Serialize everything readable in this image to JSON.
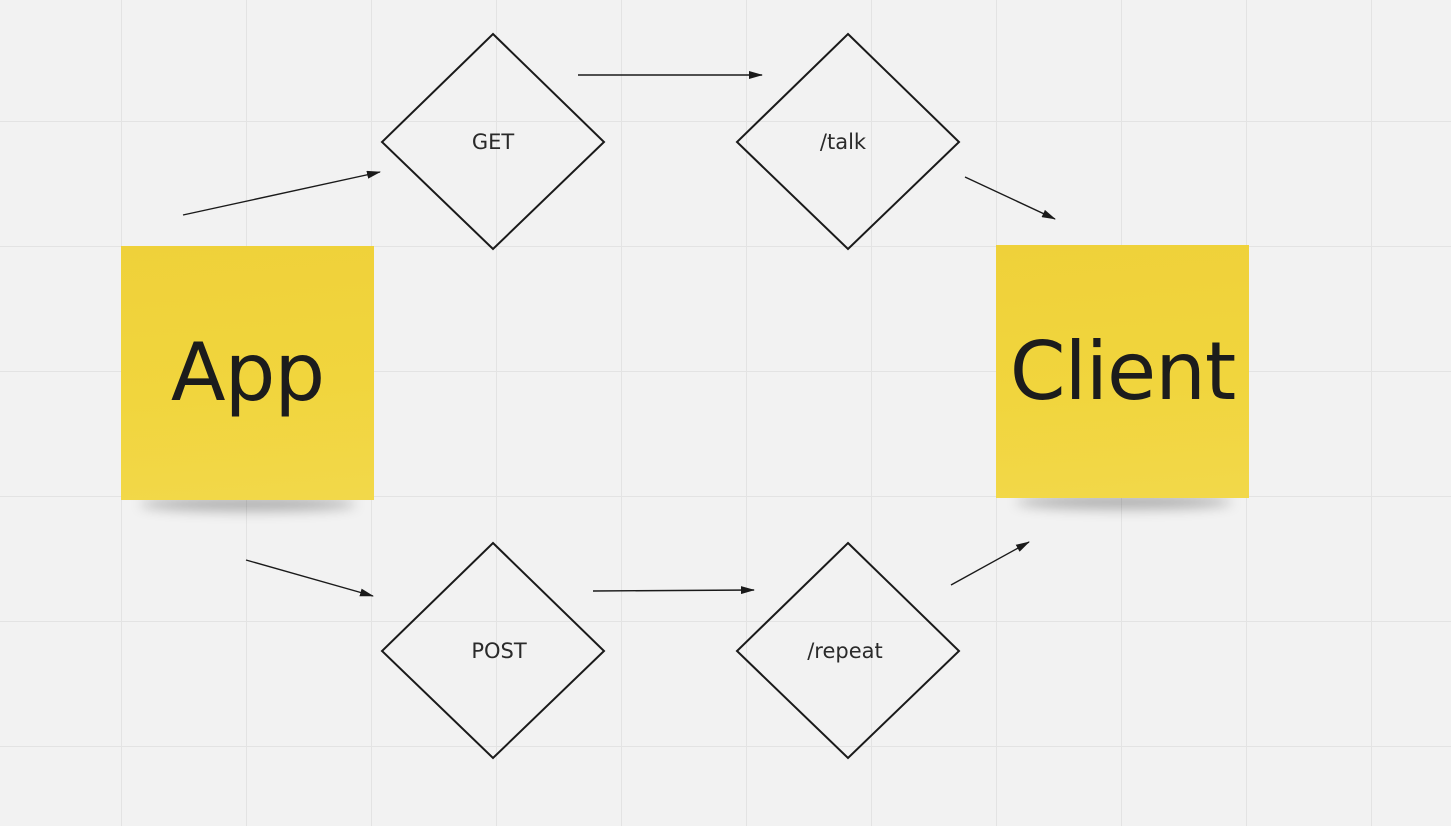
{
  "board": {
    "background_color": "#f2f2f2",
    "grid_color": "#e3e3e3"
  },
  "stickies": {
    "app": {
      "label": "App",
      "color": "#f1d53d"
    },
    "client": {
      "label": "Client",
      "color": "#f1d53d"
    }
  },
  "decisions": {
    "get": {
      "label": "GET"
    },
    "talk": {
      "label": "/talk"
    },
    "post": {
      "label": "POST"
    },
    "repeat": {
      "label": "/repeat"
    }
  },
  "connector_color": "#1a1a1a"
}
